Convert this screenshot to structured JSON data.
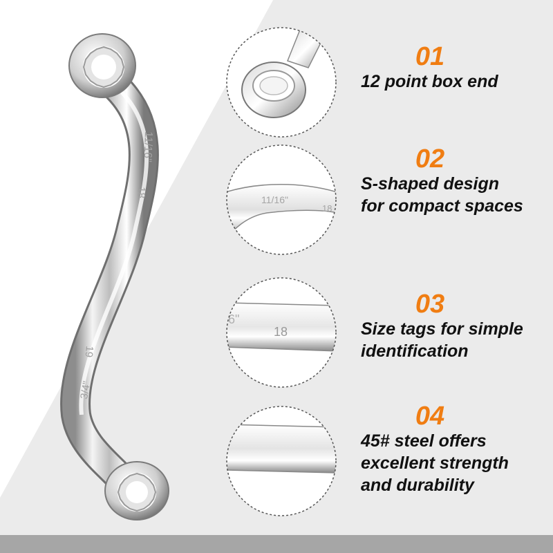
{
  "colors": {
    "accent": "#f07d12",
    "text": "#111111",
    "panel": "#ebebeb",
    "bottom_bar": "#a6a6a6"
  },
  "wrench": {
    "icon": "s-shaped-box-wrench",
    "upper_size_inch": "11/16\"",
    "upper_size_mm": "18",
    "lower_size_inch": "3/4\"",
    "lower_size_mm": "19"
  },
  "details": [
    {
      "icon": "box-end-closeup"
    },
    {
      "icon": "s-bend-closeup",
      "tag_inch": "11/16\"",
      "tag_mm": "18"
    },
    {
      "icon": "size-tag-closeup",
      "tag_inch": "6\"",
      "tag_mm": "18"
    },
    {
      "icon": "steel-shank-closeup"
    }
  ],
  "features": [
    {
      "number": "01",
      "lines": [
        "12 point box end"
      ]
    },
    {
      "number": "02",
      "lines": [
        "S-shaped design",
        "for compact spaces"
      ]
    },
    {
      "number": "03",
      "lines": [
        "Size tags for simple",
        "identification"
      ]
    },
    {
      "number": "04",
      "lines": [
        "45# steel offers",
        "excellent strength",
        "and durability"
      ]
    }
  ]
}
